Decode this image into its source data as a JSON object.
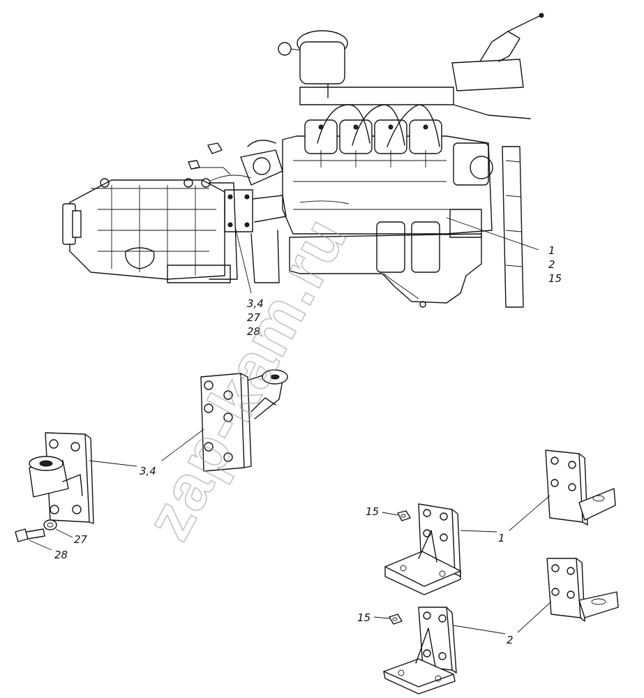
{
  "labels": {
    "engine_callout_right": [
      "1",
      "2",
      "15"
    ],
    "engine_callout_left": [
      "3,4",
      "27",
      "28"
    ],
    "bracket_rear": "3,4",
    "washer": "27",
    "bolt": "28",
    "nut_upper": "15",
    "bracket_front_1": "1",
    "nut_lower": "15",
    "bracket_front_2": "2"
  },
  "watermark": "zap-kam.ru",
  "colors": {
    "line": "#111111",
    "background": "#ffffff",
    "watermark": "#9a9a9a"
  }
}
